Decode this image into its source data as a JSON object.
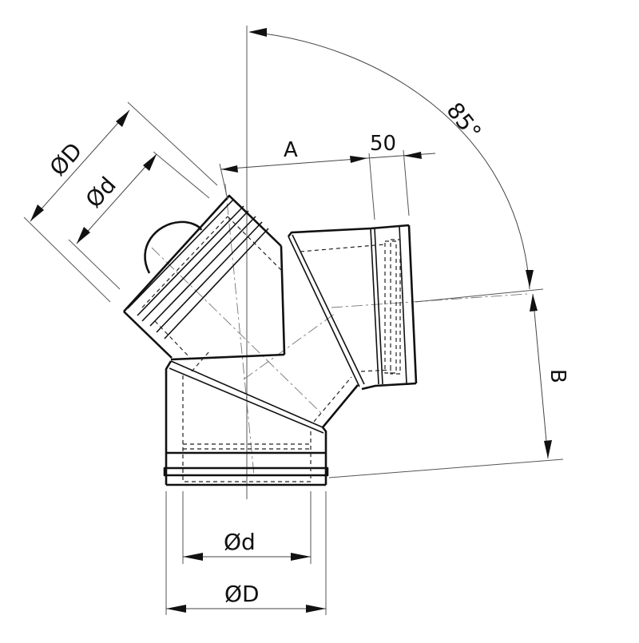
{
  "drawing": {
    "subject": "Chimney pipe elbow 85 degrees with inspection cap",
    "colors": {
      "line": "#111111",
      "dim": "#444444",
      "background": "#ffffff"
    },
    "dimensions": {
      "angle": {
        "label": "85°",
        "value": 85
      },
      "A": {
        "label": "A"
      },
      "socket": {
        "label": "50",
        "value": 50
      },
      "B": {
        "label": "B"
      },
      "top_outer_diameter": {
        "label": "ØD"
      },
      "top_inner_diameter": {
        "label": "Ød"
      },
      "bottom_inner_diameter": {
        "label": "Ød"
      },
      "bottom_outer_diameter": {
        "label": "ØD"
      }
    }
  }
}
